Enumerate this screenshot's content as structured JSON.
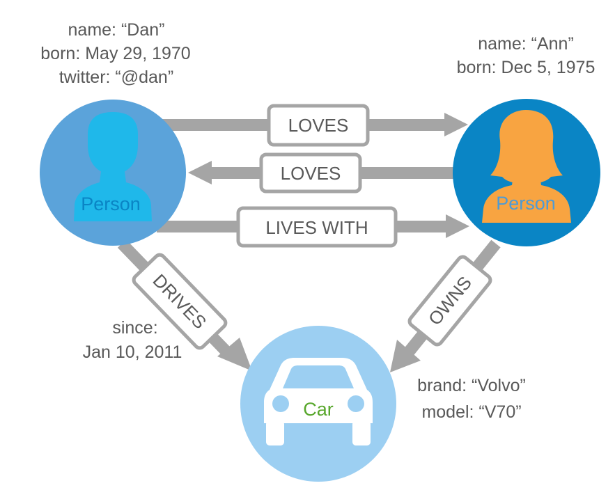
{
  "nodes": {
    "dan": {
      "label": "Person",
      "props": [
        "name: “Dan”",
        "born: May 29, 1970",
        "twitter: “@dan”"
      ]
    },
    "ann": {
      "label": "Person",
      "props": [
        "name: “Ann”",
        "born:  Dec 5, 1975"
      ]
    },
    "car": {
      "label": "Car",
      "props": [
        "brand: “Volvo”",
        "model: “V70”"
      ]
    }
  },
  "relationships": {
    "loves_dan_ann": "LOVES",
    "loves_ann_dan": "LOVES",
    "lives_with": "LIVES WITH",
    "drives": "DRIVES",
    "owns": "OWNS"
  },
  "drives_props": [
    "since:",
    "Jan 10, 2011"
  ],
  "colors": {
    "dan_node": "#5ba3da",
    "dan_icon": "#1fb8ea",
    "ann_node": "#0a85c5",
    "ann_icon": "#f8a441",
    "car_node": "#9ccff2",
    "car_icon": "#ffffff",
    "car_label": "#58a72c",
    "arrow": "#a5a5a5",
    "text": "#595959"
  }
}
